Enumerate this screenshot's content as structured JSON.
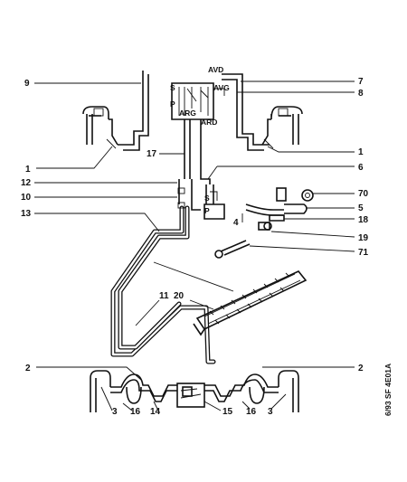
{
  "diagram": {
    "callouts": {
      "n9": "9",
      "n7": "7",
      "n8": "8",
      "n1_left": "1",
      "n1_right": "1",
      "n17": "17",
      "n6": "6",
      "n12": "12",
      "n10": "10",
      "n13": "13",
      "n70": "70",
      "n5": "5",
      "n4": "4",
      "n18": "18",
      "n19": "19",
      "n71": "71",
      "n11": "11",
      "n20": "20",
      "n2_left": "2",
      "n2_right": "2",
      "n3_left": "3",
      "n16_left": "16",
      "n14": "14",
      "n15": "15",
      "n16_right": "16",
      "n3_right": "3"
    },
    "valve_labels": {
      "avd": "AVD",
      "avg": "AVG",
      "s_top": "S",
      "p_top": "P",
      "arg": "ARG",
      "ard": "ARD",
      "s_bottom": "S",
      "p_bottom": "P"
    },
    "reference_code": "6/93  SF  4E01A"
  }
}
